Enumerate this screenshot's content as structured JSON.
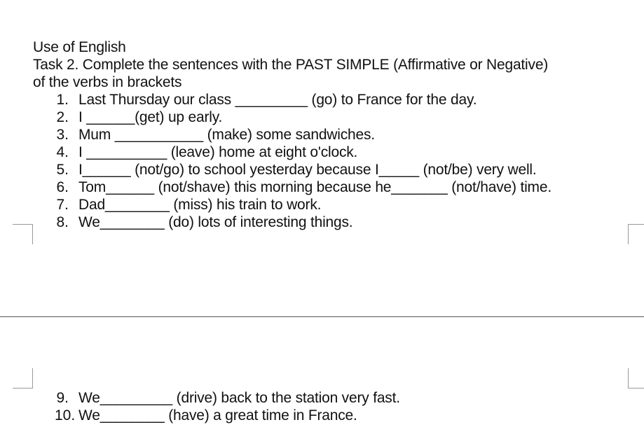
{
  "heading": "Use of English",
  "task_line1": "Task 2. Complete the sentences with the PAST SIMPLE (Affirmative or Negative)",
  "task_line2": "of the verbs in brackets",
  "items": [
    {
      "num": "1.",
      "text": "Last Thursday our class _________ (go) to France for the day."
    },
    {
      "num": "2.",
      "text": "I ______(get) up early."
    },
    {
      "num": "3.",
      "text": "Mum ___________ (make) some sandwiches."
    },
    {
      "num": "4.",
      "text": " I __________ (leave) home at eight o'clock."
    },
    {
      "num": "5.",
      "text": "I______ (not/go) to school yesterday because I_____ (not/be) very well."
    },
    {
      "num": "6.",
      "text": "Tom______ (not/shave) this morning because he_______ (not/have) time."
    },
    {
      "num": "7.",
      "text": "Dad________ (miss) his train to work."
    },
    {
      "num": "8.",
      "text": "We________ (do) lots of interesting things."
    },
    {
      "num": "9.",
      "text": "We_________ (drive) back to the station very fast."
    },
    {
      "num": "10.",
      "text": "We________ (have) a great time in France."
    }
  ]
}
